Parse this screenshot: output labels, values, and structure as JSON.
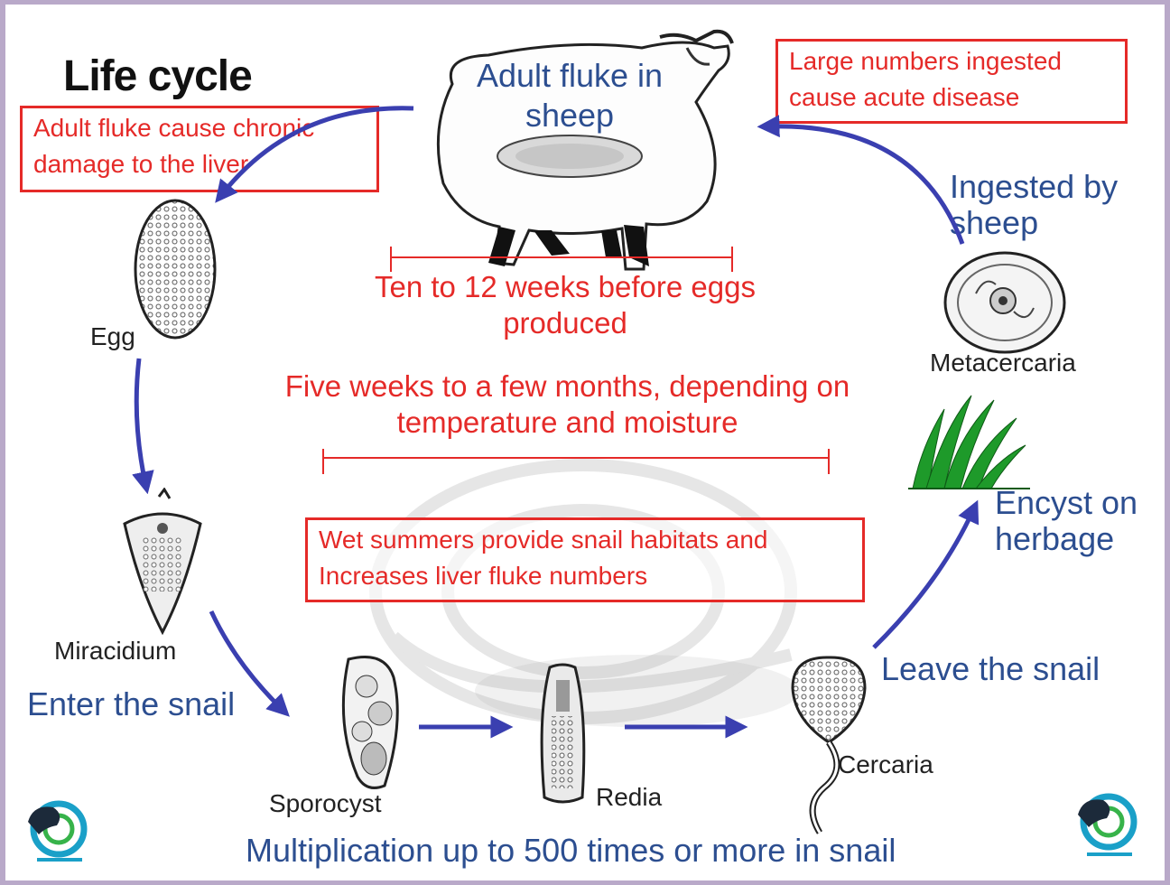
{
  "title": "Life cycle",
  "notes": {
    "chronic": "Adult fluke cause chronic damage to the liver",
    "acute": "Large numbers ingested cause acute disease",
    "weeks_before_eggs": "Ten to 12 weeks before eggs produced",
    "five_weeks": "Five weeks to a few months, depending on temperature and moisture",
    "wet_summers": "Wet summers provide snail habitats and Increases liver fluke numbers"
  },
  "host": {
    "adult_fluke_label": "Adult fluke in sheep"
  },
  "stages": {
    "egg": "Egg",
    "miracidium": "Miracidium",
    "sporocyst": "Sporocyst",
    "redia": "Redia",
    "cercaria": "Cercaria",
    "metacercaria": "Metacercaria"
  },
  "transitions": {
    "enter_snail": "Enter the snail",
    "leave_snail": "Leave the snail",
    "encyst": "Encyst on herbage",
    "ingested": "Ingested by sheep",
    "multiplication": "Multiplication up to 500 times or more in snail"
  },
  "colors": {
    "red_accent": "#e52a28",
    "blue_text": "#2c4e90",
    "arrow_blue": "#3a3fb0",
    "grass": "#1e9a2a"
  },
  "icons": {
    "logo": "scops-sheep-logo"
  }
}
